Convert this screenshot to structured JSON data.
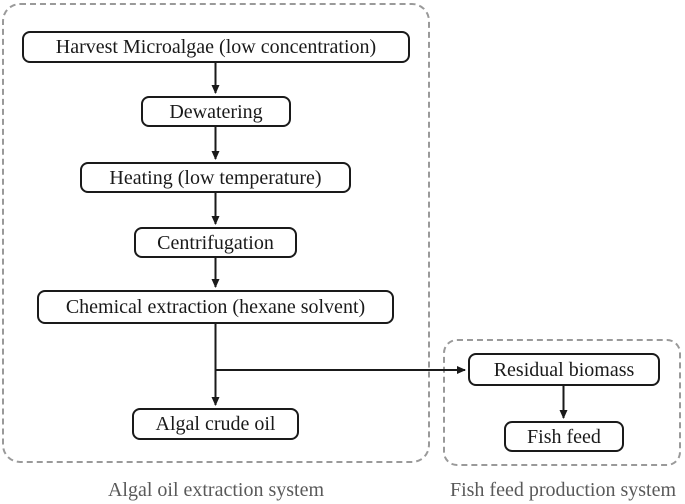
{
  "colors": {
    "background": "#ffffff",
    "node_fill": "#ffffff",
    "node_border": "#1a1a1a",
    "node_text": "#1a1a1a",
    "container_border": "#9a9a9a",
    "arrow": "#1a1a1a",
    "caption_text": "#595959"
  },
  "diagram": {
    "type": "flowchart",
    "systems": [
      {
        "id": "algal-oil-extraction",
        "caption": "Algal oil extraction system",
        "nodes": [
          "harvest",
          "dewatering",
          "heating",
          "centrifugation",
          "chemical_extraction",
          "algal_crude_oil"
        ]
      },
      {
        "id": "fish-feed-production",
        "caption": "Fish feed production system",
        "nodes": [
          "residual_biomass",
          "fish_feed"
        ]
      }
    ],
    "nodes": {
      "harvest": {
        "label": "Harvest Microalgae (low concentration)"
      },
      "dewatering": {
        "label": "Dewatering"
      },
      "heating": {
        "label": "Heating (low temperature)"
      },
      "centrifugation": {
        "label": "Centrifugation"
      },
      "chemical_extraction": {
        "label": "Chemical extraction (hexane solvent)"
      },
      "algal_crude_oil": {
        "label": "Algal crude oil"
      },
      "residual_biomass": {
        "label": "Residual biomass"
      },
      "fish_feed": {
        "label": "Fish feed"
      }
    },
    "edges": [
      {
        "from": "harvest",
        "to": "dewatering"
      },
      {
        "from": "dewatering",
        "to": "heating"
      },
      {
        "from": "heating",
        "to": "centrifugation"
      },
      {
        "from": "centrifugation",
        "to": "chemical_extraction"
      },
      {
        "from": "chemical_extraction",
        "to": "algal_crude_oil"
      },
      {
        "from": "chemical_extraction",
        "to": "residual_biomass"
      },
      {
        "from": "residual_biomass",
        "to": "fish_feed"
      }
    ]
  }
}
